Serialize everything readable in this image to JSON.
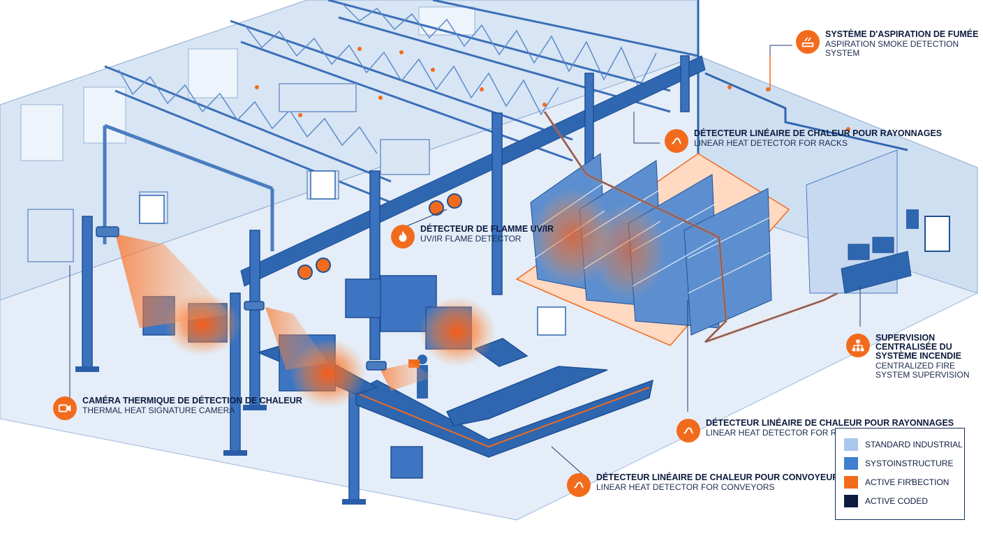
{
  "callouts": {
    "aspiration": {
      "fr": "Système d'aspiration de fumée",
      "en": "Aspiration smoke detection system",
      "icon": "smoke-icon"
    },
    "linear_racks_top": {
      "fr": "Détecteur linéaire de chaleur pour rayonnages",
      "en": "Linear heat detector for racks",
      "icon": "heat-cable-icon"
    },
    "flame": {
      "fr": "Détecteur de flamme UV/IR",
      "en": "UV/IR flame detector",
      "icon": "flame-icon"
    },
    "supervision": {
      "fr": "Supervision centralisée du système incendie",
      "en": "Centralized fire system supervision",
      "icon": "network-hierarchy-icon"
    },
    "camera": {
      "fr": "Caméra thermique de détection de chaleur",
      "en": "Thermal heat signature camera",
      "icon": "camera-icon"
    },
    "linear_racks_bottom": {
      "fr": "Détecteur linéaire de chaleur pour rayonnages",
      "en": "Linear heat detector for racks",
      "icon": "heat-cable-icon"
    },
    "linear_conveyors": {
      "fr": "Détecteur linéaire de chaleur pour convoyeurs",
      "en": "Linear heat detector for conveyors",
      "icon": "heat-cable-icon"
    }
  },
  "legend": [
    {
      "label": "Standard industrial",
      "color": "#aac6ea"
    },
    {
      "label": "Systoinstructure",
      "color": "#3f7fcf"
    },
    {
      "label": "Active firƁection",
      "color": "#f26b1d"
    },
    {
      "label": "Active coded",
      "color": "#0d1b3e"
    }
  ],
  "colors": {
    "accent": "#f26b1d",
    "structure": "#2f66b0",
    "floor": "#e4edf8"
  }
}
